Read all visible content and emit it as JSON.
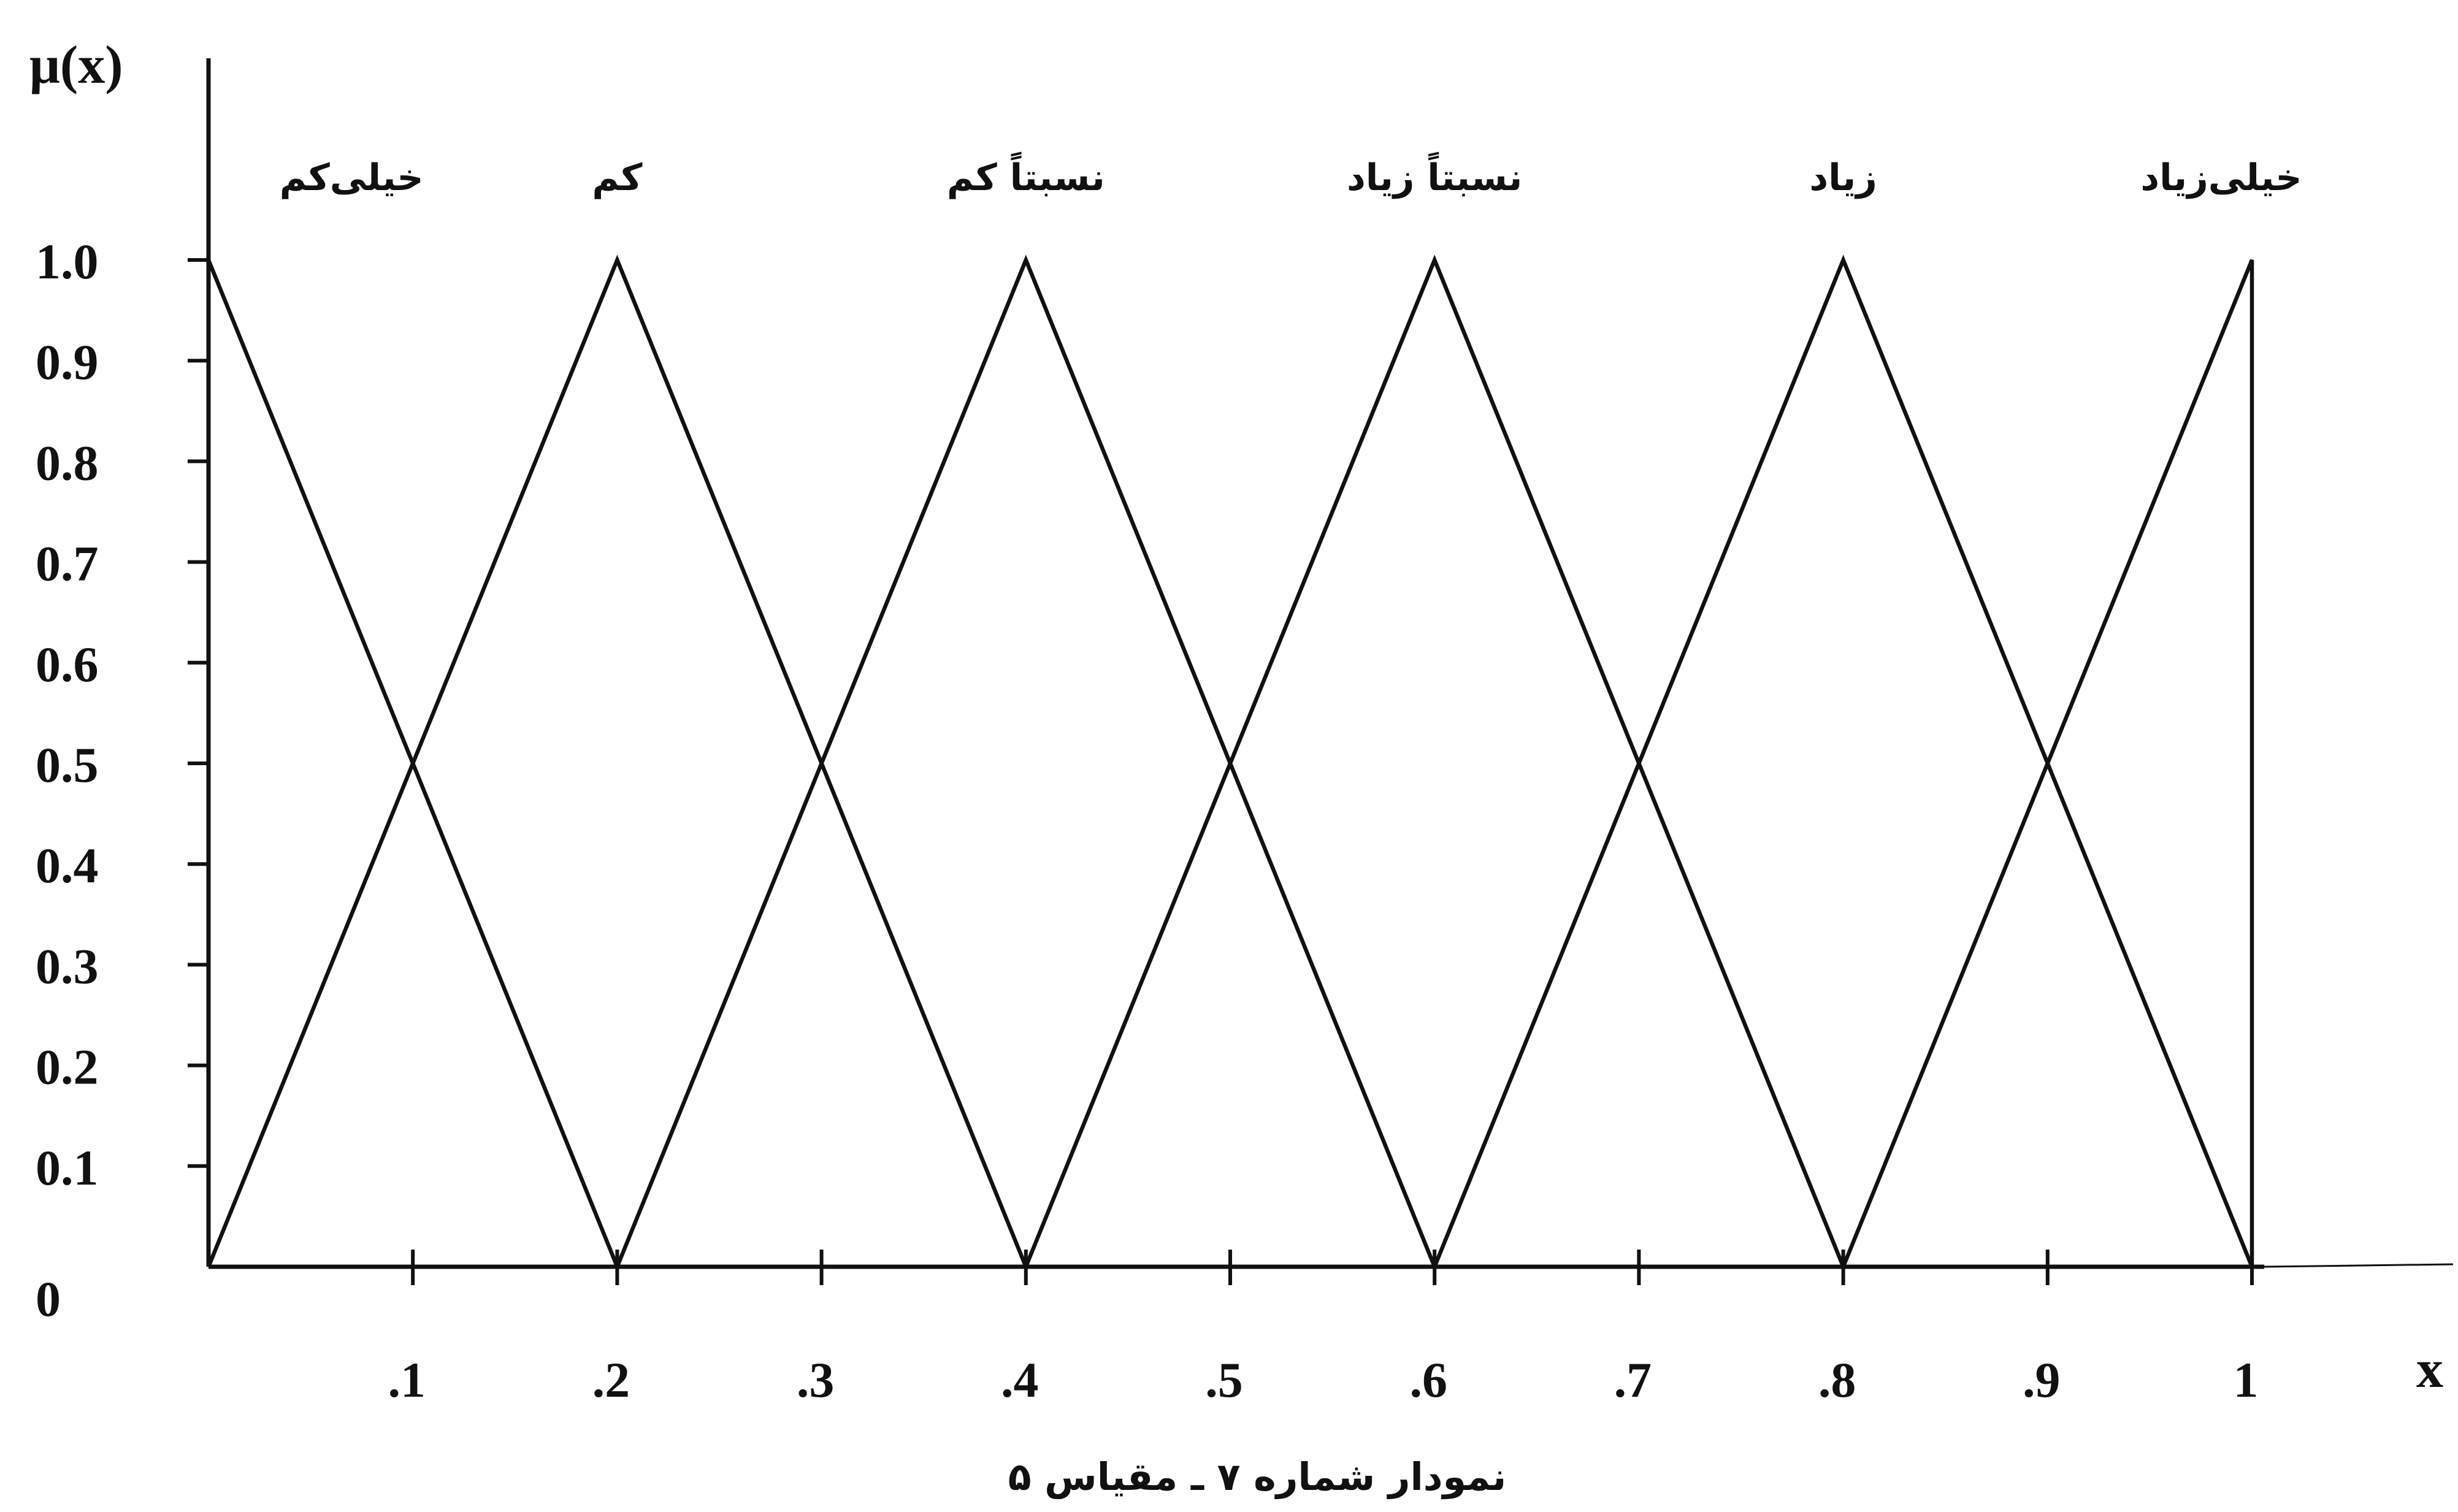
{
  "chart_data": {
    "type": "line",
    "ylabel": "μ(x)",
    "xlabel": "x",
    "xlim": [
      0,
      1
    ],
    "ylim": [
      0,
      1
    ],
    "x_ticks": [
      {
        "value": 0.1,
        "label": ".1"
      },
      {
        "value": 0.2,
        "label": ".2"
      },
      {
        "value": 0.3,
        "label": ".3"
      },
      {
        "value": 0.4,
        "label": ".4"
      },
      {
        "value": 0.5,
        "label": ".5"
      },
      {
        "value": 0.6,
        "label": ".6"
      },
      {
        "value": 0.7,
        "label": ".7"
      },
      {
        "value": 0.8,
        "label": ".8"
      },
      {
        "value": 0.9,
        "label": ".9"
      },
      {
        "value": 1.0,
        "label": "1"
      }
    ],
    "y_ticks": [
      {
        "value": 0.0,
        "label": "0"
      },
      {
        "value": 0.1,
        "label": "0.1"
      },
      {
        "value": 0.2,
        "label": "0.2"
      },
      {
        "value": 0.3,
        "label": "0.3"
      },
      {
        "value": 0.4,
        "label": "0.4"
      },
      {
        "value": 0.5,
        "label": "0.5"
      },
      {
        "value": 0.6,
        "label": "0.6"
      },
      {
        "value": 0.7,
        "label": "0.7"
      },
      {
        "value": 0.8,
        "label": "0.8"
      },
      {
        "value": 0.9,
        "label": "0.9"
      },
      {
        "value": 1.0,
        "label": "1.0"
      }
    ],
    "series": [
      {
        "name": "خیلی‌کم",
        "x": [
          0,
          0.2
        ],
        "y": [
          1,
          0
        ]
      },
      {
        "name": "کم",
        "x": [
          0,
          0.2,
          0.4
        ],
        "y": [
          0,
          1,
          0
        ]
      },
      {
        "name": "نسبتاً کم",
        "x": [
          0.2,
          0.4,
          0.6
        ],
        "y": [
          0,
          1,
          0
        ]
      },
      {
        "name": "نسبتاً زیاد",
        "x": [
          0.4,
          0.6,
          0.8
        ],
        "y": [
          0,
          1,
          0
        ]
      },
      {
        "name": "زیاد",
        "x": [
          0.6,
          0.8,
          1.0
        ],
        "y": [
          0,
          1,
          0
        ]
      },
      {
        "name": "خیلی‌زیاد",
        "x": [
          0.8,
          1.0,
          1.0
        ],
        "y": [
          0,
          1,
          0
        ]
      }
    ],
    "caption": "نمودار شماره ۷ ـ مقیاس ۵",
    "grid": false,
    "legend": "none"
  }
}
